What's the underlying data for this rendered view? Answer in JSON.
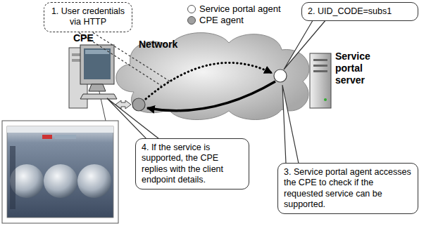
{
  "diagram": {
    "nodes": [
      {
        "text": [
          "1. User credentials via HTTP"
        ]
      },
      {
        "text": [
          "2. UID_CODE=subs1"
        ]
      },
      {
        "text": [
          "Network"
        ]
      },
      {
        "text": [
          "4. If the service is supported, the CPE replies with the client endpoint details."
        ]
      },
      {
        "text": [
          "3. Service portal agent accesses the CPE to check if the requested service can be supported."
        ]
      }
    ],
    "labels": [
      "CPE",
      "Service portal server"
    ],
    "legend": [
      {
        "text": "Service portal agent",
        "color": "#ffffff"
      },
      {
        "text": "CPE agent",
        "color": "#a0a0a0"
      }
    ]
  }
}
